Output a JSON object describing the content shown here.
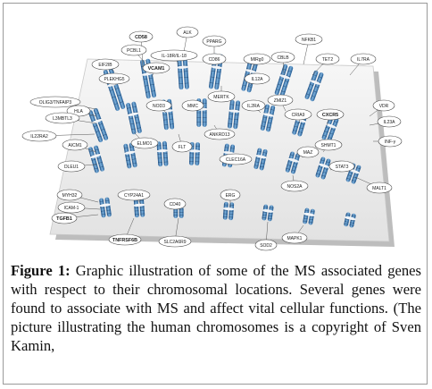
{
  "figure": {
    "genes": [
      {
        "id": "cd58",
        "label": "CD58",
        "bold": true
      },
      {
        "id": "alk",
        "label": "ALK",
        "bold": false
      },
      {
        "id": "pparg",
        "label": "PPARG",
        "bold": false
      },
      {
        "id": "il12a-il18",
        "label": "IL-18R/IL-18",
        "bold": false
      },
      {
        "id": "pcbl1",
        "label": "PCBL1",
        "bold": false
      },
      {
        "id": "eif2ib",
        "label": "EIF2IB",
        "bold": false
      },
      {
        "id": "vcam1",
        "label": "VCAM1",
        "bold": true
      },
      {
        "id": "plekhg5",
        "label": "PLEKHG5",
        "bold": false
      },
      {
        "id": "cd86",
        "label": "CD86",
        "bold": false
      },
      {
        "id": "nfkb1",
        "label": "NFKB1",
        "bold": false
      },
      {
        "id": "mirg",
        "label": "MIRg0",
        "bold": false
      },
      {
        "id": "cblb",
        "label": "CBLB",
        "bold": false
      },
      {
        "id": "tet2",
        "label": "TET2",
        "bold": false
      },
      {
        "id": "il7ra",
        "label": "IL7RA",
        "bold": false
      },
      {
        "id": "il12a",
        "label": "IL12A",
        "bold": false
      },
      {
        "id": "mertk",
        "label": "MERTK",
        "bold": false
      },
      {
        "id": "olig3",
        "label": "OLIG3/TNFAIP3",
        "bold": false
      },
      {
        "id": "hla",
        "label": "HLA",
        "bold": false
      },
      {
        "id": "l3mbtl3",
        "label": "L3MBTL3",
        "bold": false
      },
      {
        "id": "il22ra2",
        "label": "IL22RA2",
        "bold": false
      },
      {
        "id": "nod",
        "label": "NOD3",
        "bold": false
      },
      {
        "id": "mmc",
        "label": "MMC",
        "bold": false
      },
      {
        "id": "il2ra",
        "label": "IL2RA",
        "bold": false
      },
      {
        "id": "zmiz1",
        "label": "ZMIZ1",
        "bold": false
      },
      {
        "id": "cr",
        "label": "CR",
        "bold": false
      },
      {
        "id": "oria",
        "label": "CRIA9",
        "bold": false
      },
      {
        "id": "cxcr5",
        "label": "CXCR5",
        "bold": true
      },
      {
        "id": "vdr",
        "label": "VDR",
        "bold": false
      },
      {
        "id": "il23a",
        "label": "IL23A",
        "bold": false
      },
      {
        "id": "ifn-g",
        "label": "INF-γ",
        "bold": false
      },
      {
        "id": "aicm1",
        "label": "AICM1",
        "bold": false
      },
      {
        "id": "elmo1",
        "label": "ELMO1",
        "bold": false
      },
      {
        "id": "flt",
        "label": "FLT",
        "bold": false
      },
      {
        "id": "ankrd13",
        "label": "ANKRD13",
        "bold": false
      },
      {
        "id": "clec16a",
        "label": "CLEC16A",
        "bold": false
      },
      {
        "id": "maz",
        "label": "MAZ",
        "bold": false
      },
      {
        "id": "shmt1",
        "label": "SHMT1",
        "bold": false
      },
      {
        "id": "dleu1",
        "label": "DLEU1",
        "bold": false
      },
      {
        "id": "stat3",
        "label": "STAT3",
        "bold": false
      },
      {
        "id": "nos2a",
        "label": "NOS2A",
        "bold": false
      },
      {
        "id": "malt1",
        "label": "MALT1",
        "bold": false
      },
      {
        "id": "myh32",
        "label": "MYH32",
        "bold": false
      },
      {
        "id": "cyp24a1",
        "label": "CYP24A1",
        "bold": false
      },
      {
        "id": "cd40",
        "label": "CD40",
        "bold": false
      },
      {
        "id": "erg",
        "label": "ERG",
        "bold": false
      },
      {
        "id": "icam1",
        "label": "ICAM-1",
        "bold": false
      },
      {
        "id": "tgfb1",
        "label": "TGFB1",
        "bold": true
      },
      {
        "id": "tnfrsf6b",
        "label": "TNFRSF6B",
        "bold": true
      },
      {
        "id": "slc2a6",
        "label": "SLC2A6R9",
        "bold": false
      },
      {
        "id": "sod2",
        "label": "SOD2",
        "bold": false
      },
      {
        "id": "mapk1",
        "label": "MAPK1",
        "bold": false
      }
    ]
  },
  "caption": {
    "label": "Figure 1:",
    "text": " Graphic illustration of some of the MS associated genes with respect to their chromosomal locations. Several genes were found to associate with MS and affect vital cellular functions. (The picture illustrating the human chromosomes is a copyright of Sven Kamin,"
  }
}
